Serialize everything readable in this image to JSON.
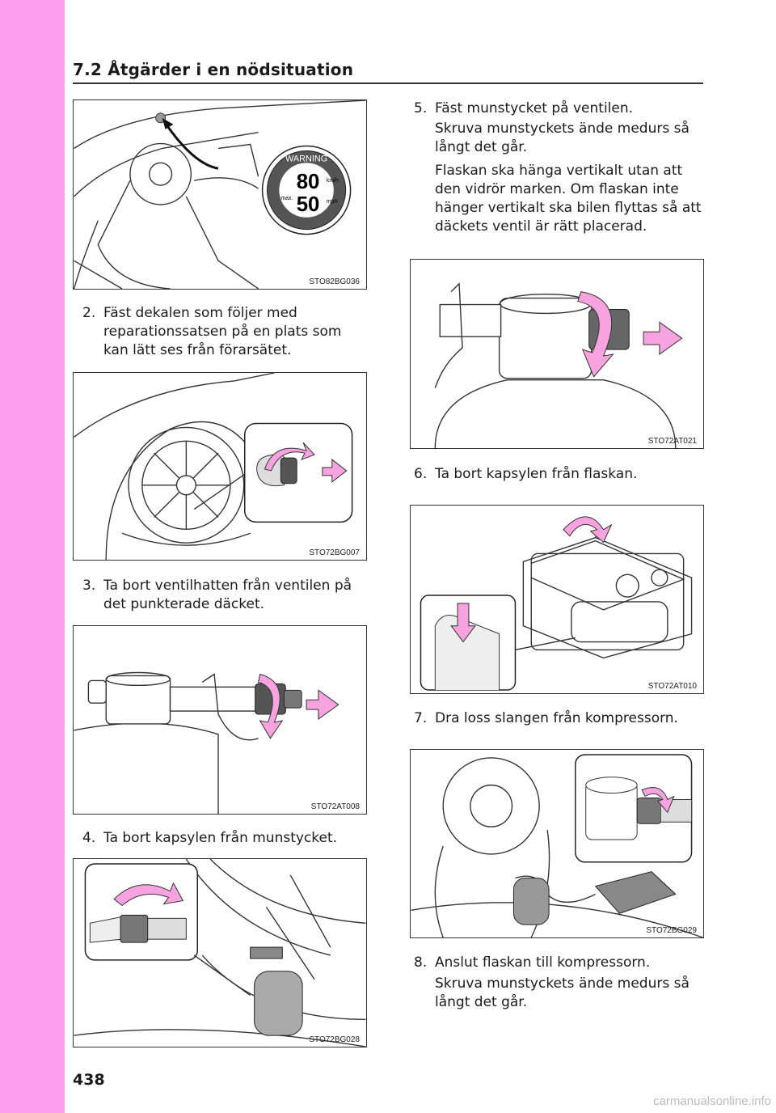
{
  "header": {
    "title": "7.2  Åtgärder i en nödsituation"
  },
  "page_number": "438",
  "watermark": "carmanualsonline.info",
  "figures": {
    "fig1": {
      "code": "STO82BG036",
      "warning_word": "WARNING",
      "speed_top": "80",
      "speed_bottom": "50",
      "unit_kmh": "km/h",
      "unit_mph": "mph",
      "max_label": "max."
    },
    "fig2": {
      "code": "STO72BG007"
    },
    "fig3": {
      "code": "STO72AT008"
    },
    "fig4": {
      "code": "STO72BG028"
    },
    "fig5": {
      "code": "STO72AT021"
    },
    "fig6": {
      "code": "STO72AT010"
    },
    "fig7": {
      "code": "STO72BG029"
    }
  },
  "steps": [
    {
      "num": "2.",
      "text": "Fäst dekalen som följer med reparationssatsen på en plats som kan lätt ses från förarsätet."
    },
    {
      "num": "3.",
      "text": "Ta bort ventilhatten från ventilen på det punkterade däcket."
    },
    {
      "num": "4.",
      "text": "Ta bort kapsylen från munstycket."
    },
    {
      "num": "5.",
      "text": "Fäst munstycket på ventilen.",
      "sub": [
        "Skruva munstyckets ände medurs så långt det går.",
        "Flaskan ska hänga vertikalt utan att den vidrör marken. Om flaskan inte hänger vertikalt ska bilen flyttas så att däckets ventil är rätt placerad."
      ]
    },
    {
      "num": "6.",
      "text": "Ta bort kapsylen från flaskan."
    },
    {
      "num": "7.",
      "text": "Dra loss slangen från kompressorn."
    },
    {
      "num": "8.",
      "text": "Anslut flaskan till kompressorn.",
      "sub": [
        "Skruva munstyckets ände medurs så långt det går."
      ]
    }
  ],
  "colors": {
    "sidebar": "#ff9ff0",
    "arrow": "#f7a3df"
  }
}
